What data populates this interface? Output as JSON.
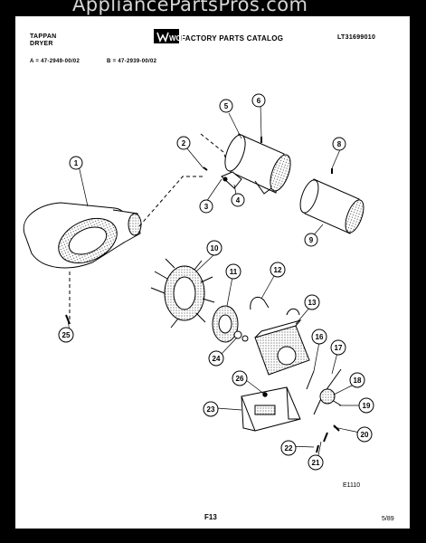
{
  "watermark": "AppliancePartsPros.com",
  "header": {
    "brand_line1": "TAPPAN",
    "brand_line2": "DRYER",
    "logo_letters": "WCI",
    "catalog_title": "FACTORY PARTS CATALOG",
    "catalog_number": "LT31699010"
  },
  "models": {
    "a": "A = 47-2949-00/02",
    "b": "B = 47-2939-00/02"
  },
  "callouts": [
    "1",
    "2",
    "3",
    "4",
    "5",
    "6",
    "8",
    "9",
    "10",
    "11",
    "12",
    "13",
    "16",
    "17",
    "18",
    "19",
    "20",
    "21",
    "22",
    "23",
    "24",
    "25",
    "26"
  ],
  "drawing_code": "E1110",
  "figure_label": "F13",
  "date_code": "5/89"
}
